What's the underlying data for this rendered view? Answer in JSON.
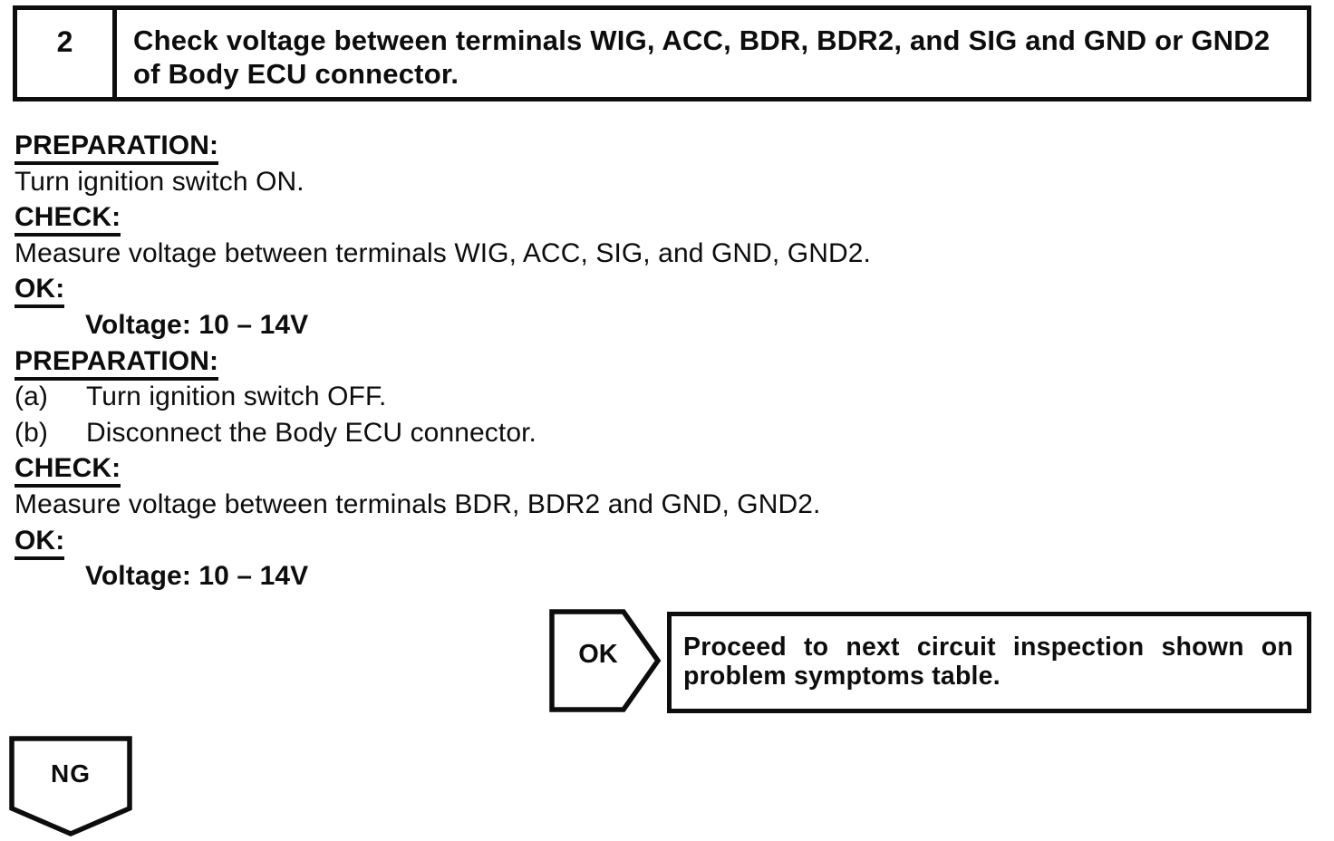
{
  "step": {
    "number": "2",
    "title": "Check voltage between terminals WIG, ACC, BDR, BDR2, and SIG and GND or GND2 of Body ECU connector."
  },
  "body": {
    "lines": [
      {
        "type": "heading",
        "text": "PREPARATION:"
      },
      {
        "type": "text",
        "text": "Turn ignition switch ON."
      },
      {
        "type": "heading",
        "text": "CHECK:"
      },
      {
        "type": "text",
        "text": "Measure voltage between terminals WIG, ACC, SIG, and GND, GND2."
      },
      {
        "type": "heading",
        "text": "OK:"
      },
      {
        "type": "value",
        "text": "Voltage: 10 – 14V"
      },
      {
        "type": "heading",
        "text": "PREPARATION:"
      },
      {
        "type": "list",
        "label": "(a)",
        "text": "Turn ignition switch OFF."
      },
      {
        "type": "list",
        "label": "(b)",
        "text": "Disconnect the Body ECU connector."
      },
      {
        "type": "heading",
        "text": "CHECK:"
      },
      {
        "type": "text",
        "text": "Measure voltage between terminals BDR, BDR2 and GND, GND2."
      },
      {
        "type": "heading",
        "text": "OK:"
      },
      {
        "type": "value",
        "text": "Voltage: 10 – 14V"
      }
    ]
  },
  "ok_branch": {
    "label": "OK",
    "result": "Proceed to next circuit inspection shown on problem symptoms table."
  },
  "ng_branch": {
    "label": "NG"
  },
  "colors": {
    "ink": "#0d0d0d",
    "paper": "#ffffff"
  }
}
